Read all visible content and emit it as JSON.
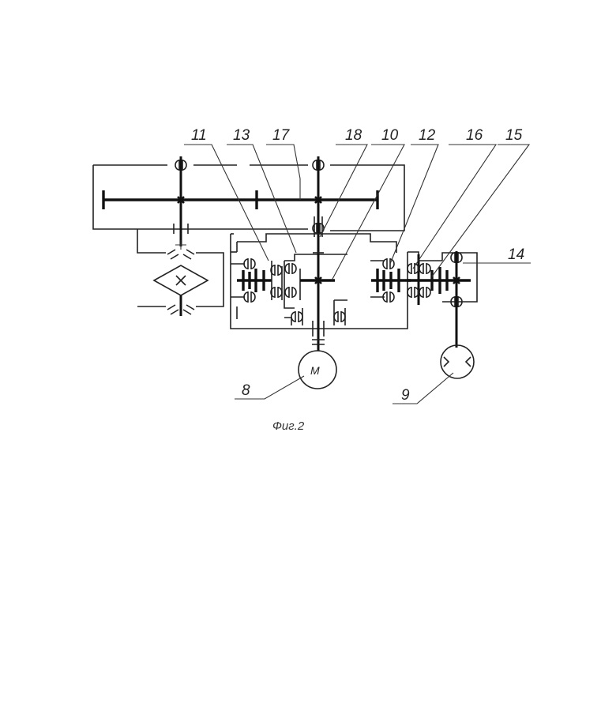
{
  "labels": {
    "l11": "11",
    "l13": "13",
    "l17": "17",
    "l18": "18",
    "l10": "10",
    "l12": "12",
    "l16": "16",
    "l15": "15",
    "l14": "14",
    "l8": "8",
    "l9": "9"
  },
  "motor_symbol": "M",
  "caption": "Фиг.2"
}
